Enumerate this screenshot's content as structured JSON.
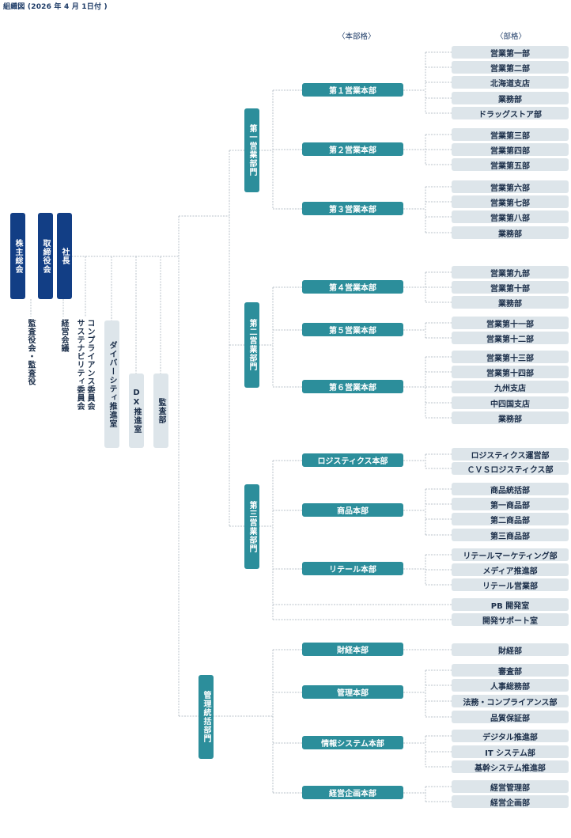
{
  "title": "組織図 (2026 年 4 月 1日付 )",
  "headers": {
    "hq": "〈本部格〉",
    "dept": "〈部格〉"
  },
  "top": {
    "shareholders": "株主総会",
    "board": "取締役会",
    "president": "社長",
    "audit_board": "監査役会・監査役",
    "management_meeting": "経営会議",
    "compliance_committee": "コンプライアンス委員会",
    "sustainability_committee": "サステナビリティ委員会",
    "diversity_office": "ダイバーシティ推進室",
    "dx_office": "DX推進室",
    "audit_dept": "監査部"
  },
  "divisions": {
    "sales1": "第一営業部門",
    "sales2": "第二営業部門",
    "sales3": "第三営業部門",
    "admin": "管理統括部門"
  },
  "hq": {
    "h1": "第１営業本部",
    "h2": "第２営業本部",
    "h3": "第３営業本部",
    "h4": "第４営業本部",
    "h5": "第５営業本部",
    "h6": "第６営業本部",
    "logistics": "ロジスティクス本部",
    "products": "商品本部",
    "retail": "リテール本部",
    "finance": "財経本部",
    "management": "管理本部",
    "infosys": "情報システム本部",
    "planning": "経営企画本部"
  },
  "depts": {
    "d01": "営業第一部",
    "d02": "営業第二部",
    "d03": "北海道支店",
    "d04": "業務部",
    "d05": "ドラッグストア部",
    "d06": "営業第三部",
    "d07": "営業第四部",
    "d08": "営業第五部",
    "d09": "営業第六部",
    "d10": "営業第七部",
    "d11": "営業第八部",
    "d12": "業務部",
    "d13": "営業第九部",
    "d14": "営業第十部",
    "d15": "業務部",
    "d16": "営業第十一部",
    "d17": "営業第十二部",
    "d18": "営業第十三部",
    "d19": "営業第十四部",
    "d20": "九州支店",
    "d21": "中四国支店",
    "d22": "業務部",
    "d23": "ロジスティクス運営部",
    "d24": "ＣＶＳロジスティクス部",
    "d25": "商品統括部",
    "d26": "第一商品部",
    "d27": "第二商品部",
    "d28": "第三商品部",
    "d29": "リテールマーケティング部",
    "d30": "メディア推進部",
    "d31": "リテール営業部",
    "d32": "PB 開発室",
    "d33": "開発サポート室",
    "d34": "財経部",
    "d35": "審査部",
    "d36": "人事総務部",
    "d37": "法務・コンプライアンス部",
    "d38": "品質保証部",
    "d39": "デジタル推進部",
    "d40": "IT システム部",
    "d41": "基幹システム推進部",
    "d42": "経営管理部",
    "d43": "経営企画部"
  },
  "colors": {
    "navy": "#123e85",
    "teal": "#2c8e9b",
    "light": "#dde5ea",
    "line": "#b8c2ca"
  }
}
